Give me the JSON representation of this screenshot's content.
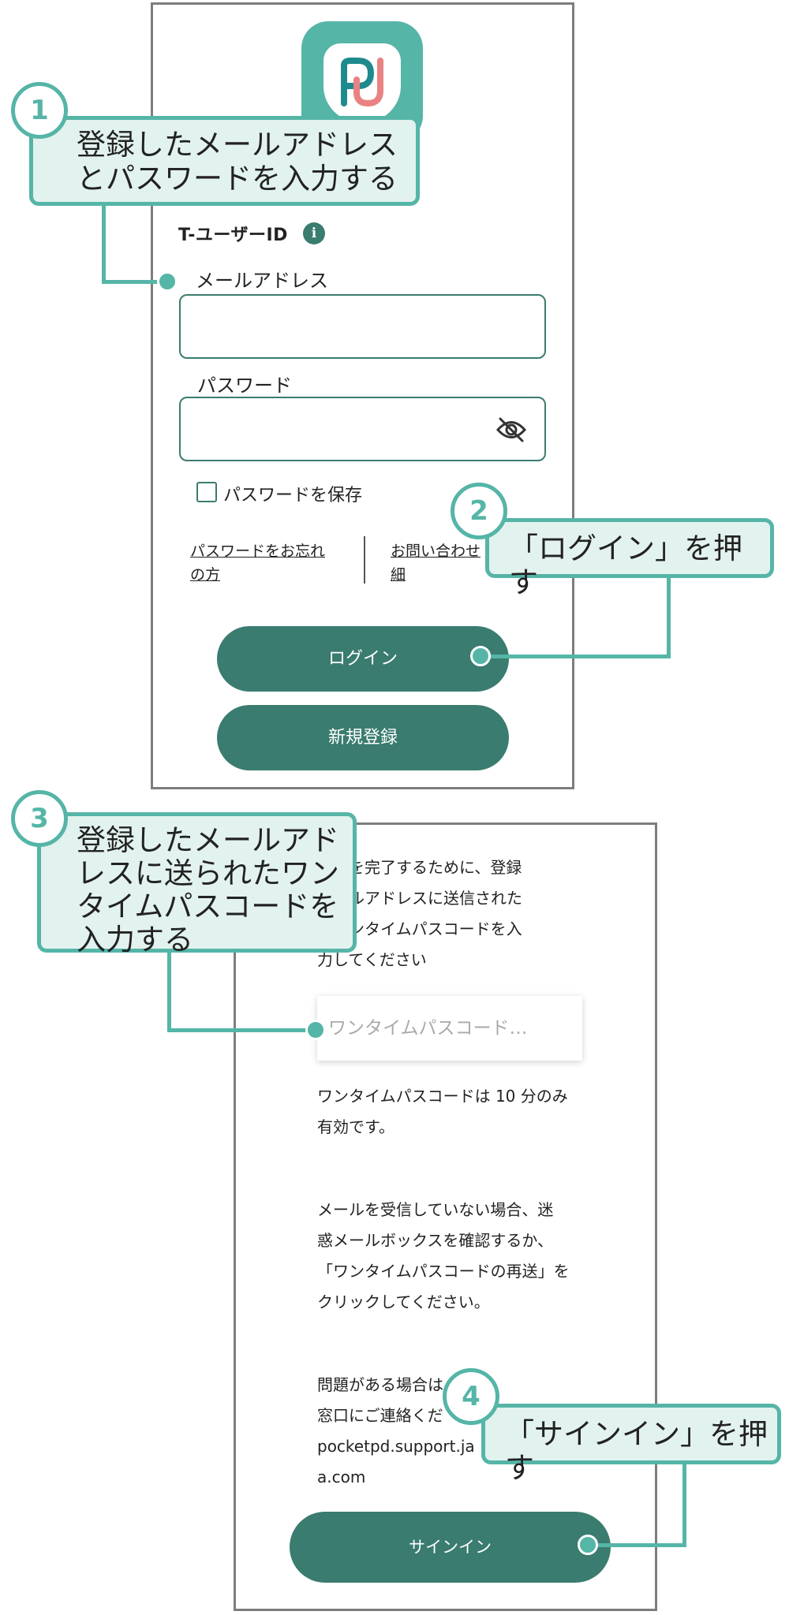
{
  "screen1": {
    "tuser_label": "T-ユーザーID",
    "info_icon": "i",
    "email_label": "メールアドレス",
    "password_label": "パスワード",
    "save_password_label": "パスワードを保存",
    "forgot_link_line1": "パスワードをお忘れ",
    "forgot_link_line2": "の方",
    "inquiry_link_line1": "お問い合わせ",
    "inquiry_link_line2": "細",
    "login_button": "ログイン",
    "register_button": "新規登録"
  },
  "screen2": {
    "instructions": [
      "インを完了するために、登録",
      "メールアドレスに送信された",
      "のワンタイムパスコードを入",
      "力してください"
    ],
    "otp_placeholder": "ワンタイムパスコード…",
    "validity": [
      "ワンタイムパスコードは 10 分のみ",
      "有効です。"
    ],
    "no_mail": [
      "メールを受信していない場合、迷",
      "惑メールボックスを確認するか、",
      "「ワンタイムパスコードの再送」を",
      "クリックしてください。"
    ],
    "problem": [
      "問題がある場合は",
      "窓口にご連絡くだ",
      "pocketpd.support.ja",
      "a.com"
    ],
    "signin_button": "サインイン"
  },
  "callouts": [
    {
      "number": "1",
      "lines": [
        "登録したメールアドレス",
        "とパスワードを入力する"
      ]
    },
    {
      "number": "2",
      "lines": [
        "「ログイン」を押す"
      ]
    },
    {
      "number": "3",
      "lines": [
        "登録したメールアド",
        "レスに送られたワン",
        "タイムパスコードを",
        "入力する"
      ]
    },
    {
      "number": "4",
      "lines": [
        "「サインイン」を押す"
      ]
    }
  ],
  "colors": {
    "accent": "#55b5a7",
    "button": "#3a7c6f",
    "callout_bg": "#e2f2ef"
  }
}
